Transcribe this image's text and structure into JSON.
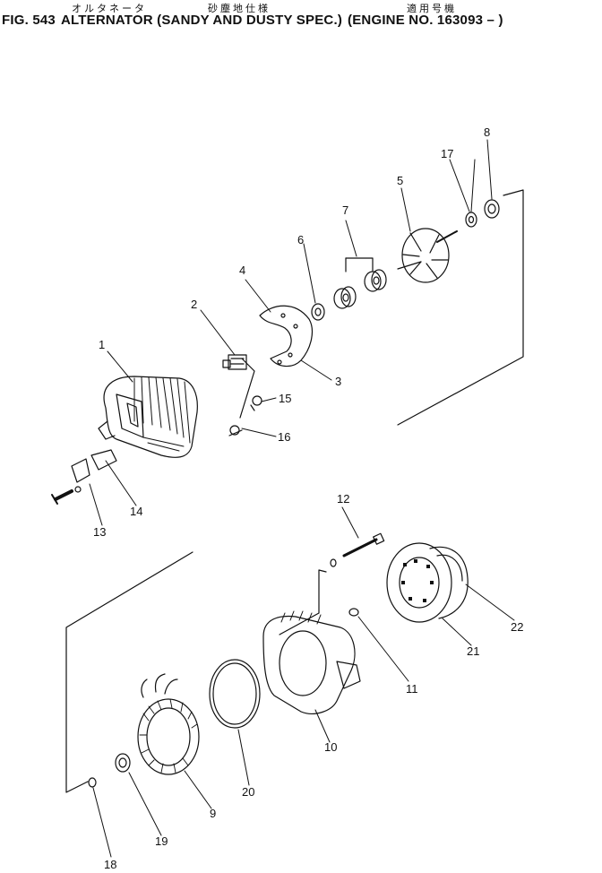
{
  "header": {
    "jp_title": "オルタネータ",
    "jp_spec": "砂塵地仕様",
    "jp_applicable": "適用号機",
    "fig_number": "FIG. 543",
    "title": "ALTERNATOR (SANDY AND DUSTY SPEC.)",
    "engine_range": "(ENGINE NO. 163093 –  )"
  },
  "callouts": [
    {
      "id": "p1",
      "label": "1"
    },
    {
      "id": "p2",
      "label": "2"
    },
    {
      "id": "p3",
      "label": "3"
    },
    {
      "id": "p4",
      "label": "4"
    },
    {
      "id": "p5",
      "label": "5"
    },
    {
      "id": "p6",
      "label": "6"
    },
    {
      "id": "p7",
      "label": "7"
    },
    {
      "id": "p8",
      "label": "8"
    },
    {
      "id": "p9",
      "label": "9"
    },
    {
      "id": "p10",
      "label": "10"
    },
    {
      "id": "p11",
      "label": "11"
    },
    {
      "id": "p12",
      "label": "12"
    },
    {
      "id": "p13",
      "label": "13"
    },
    {
      "id": "p14",
      "label": "14"
    },
    {
      "id": "p15",
      "label": "15"
    },
    {
      "id": "p16",
      "label": "16"
    },
    {
      "id": "p17",
      "label": "17"
    },
    {
      "id": "p18",
      "label": "18"
    },
    {
      "id": "p19",
      "label": "19"
    },
    {
      "id": "p20",
      "label": "20"
    },
    {
      "id": "p21",
      "label": "21"
    },
    {
      "id": "p22",
      "label": "22"
    }
  ]
}
